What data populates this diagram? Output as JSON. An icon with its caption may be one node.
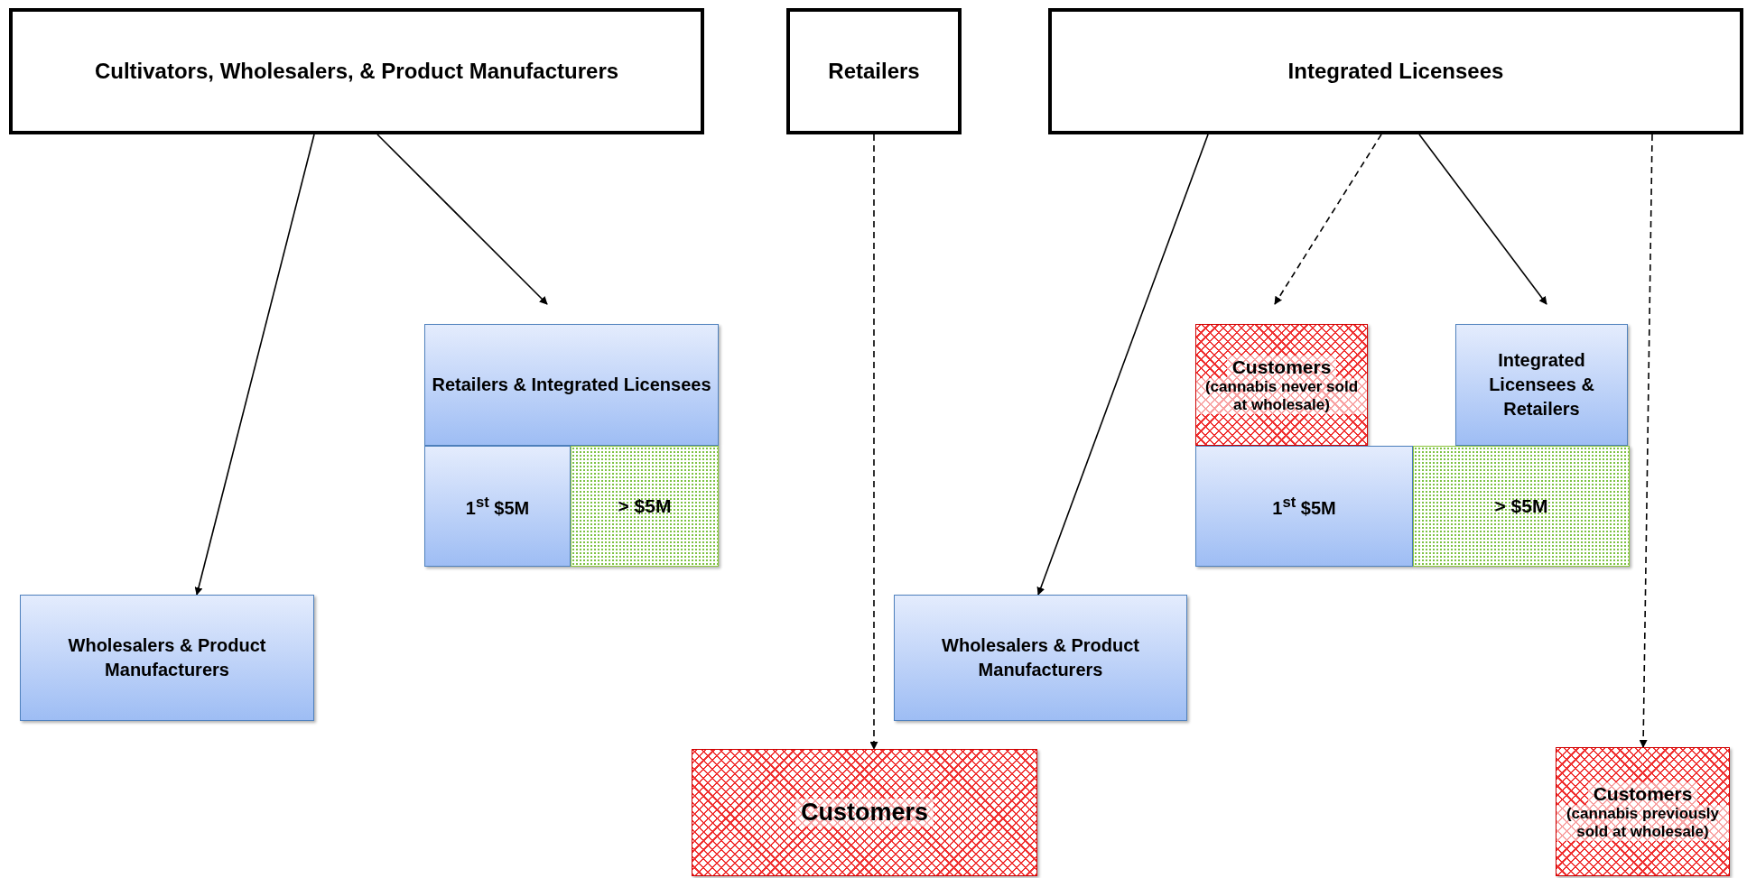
{
  "diagram": {
    "nodes": [
      {
        "text": [
          "Cultivators, Wholesalers, & Product Manufacturers"
        ]
      },
      {
        "text": [
          "Retailers"
        ]
      },
      {
        "text": [
          "Integrated Licensees"
        ]
      },
      {
        "text": [
          "Wholesalers & Product Manufacturers"
        ]
      },
      {
        "text": [
          "Retailers & Integrated Licensees"
        ]
      },
      {
        "text": [
          "1$^{st}$ $5M"
        ]
      },
      {
        "text": [
          "> $5M"
        ]
      },
      {
        "text": [
          "Customers",
          "(cannabis never sold at wholesale)"
        ]
      },
      {
        "text": [
          "Integrated Licensees & Retailers"
        ]
      },
      {
        "text": [
          "1$^{st}$ $5M"
        ]
      },
      {
        "text": [
          "> $5M"
        ]
      },
      {
        "text": [
          "Wholesalers & Product Manufacturers"
        ]
      },
      {
        "text": [
          "Customers"
        ]
      },
      {
        "text": [
          "Customers",
          "(cannabis previously sold at wholesale)"
        ]
      }
    ],
    "edges": [
      {
        "from": 0,
        "to": 3,
        "arrow": "to"
      },
      {
        "from": 0,
        "to": 4,
        "arrow": "to"
      },
      {
        "from": 1,
        "to": 12,
        "arrow": "to",
        "style": "dashed"
      },
      {
        "from": 2,
        "to": 11,
        "arrow": "to"
      },
      {
        "from": 2,
        "to": 7,
        "arrow": "to",
        "style": "dashed"
      },
      {
        "from": 2,
        "to": 8,
        "arrow": "to"
      },
      {
        "from": 2,
        "to": 13,
        "arrow": "to",
        "style": "dashed"
      }
    ]
  }
}
